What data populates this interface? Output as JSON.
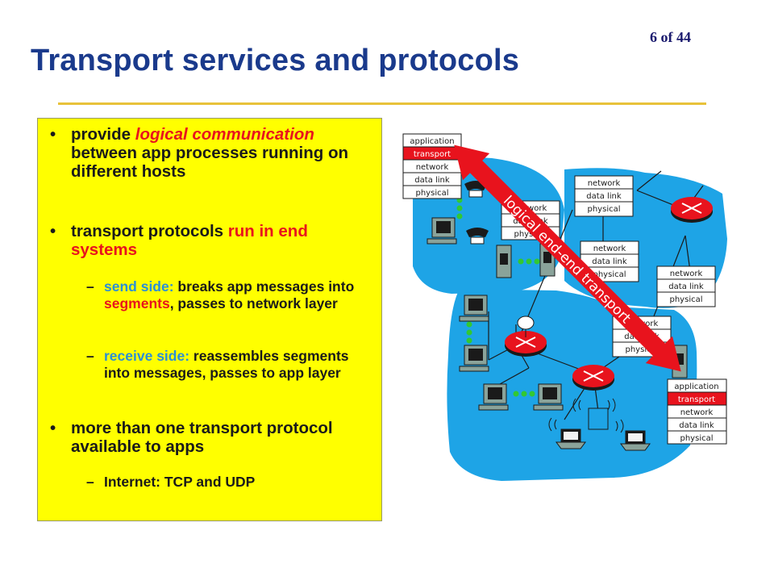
{
  "header": {
    "page_number": "6 of 44",
    "title": "Transport services and protocols"
  },
  "bullets": {
    "b1": {
      "pre": "provide ",
      "em": "logical communication",
      "post": " between app processes running on different hosts"
    },
    "b2": {
      "pre": "transport protocols ",
      "em": "run in end systems"
    },
    "b2_sub1": {
      "lead": "send side:",
      "pre": " breaks app messages into ",
      "em": "segments",
      "post": ", passes to  network layer"
    },
    "b2_sub2": {
      "lead": "receive side:",
      "post": " reassembles segments into messages, passes to app layer"
    },
    "b3": {
      "text": "more than one transport protocol available to apps"
    },
    "b3_sub1": {
      "text": "Internet: TCP and UDP"
    }
  },
  "diagram": {
    "arrow_label": "logical end-end transport",
    "stacks": {
      "host_left": [
        "application",
        "transport",
        "network",
        "data link",
        "physical"
      ],
      "host_right": [
        "application",
        "transport",
        "network",
        "data link",
        "physical"
      ],
      "router_a": [
        "network",
        "data link",
        "physical"
      ],
      "router_b": [
        "network",
        "data link",
        "physical"
      ],
      "router_c": [
        "network",
        "data link",
        "physical"
      ],
      "router_d": [
        "network",
        "data link",
        "physical"
      ],
      "router_e": [
        "network",
        "data link",
        "physical"
      ]
    },
    "colors": {
      "cloud": "#1ea4e6",
      "arrow": "#e8131d",
      "transport_layer": "#e8131d",
      "router": "#e8131d",
      "pc": "#8aa39a",
      "dots": "#32c832"
    }
  }
}
